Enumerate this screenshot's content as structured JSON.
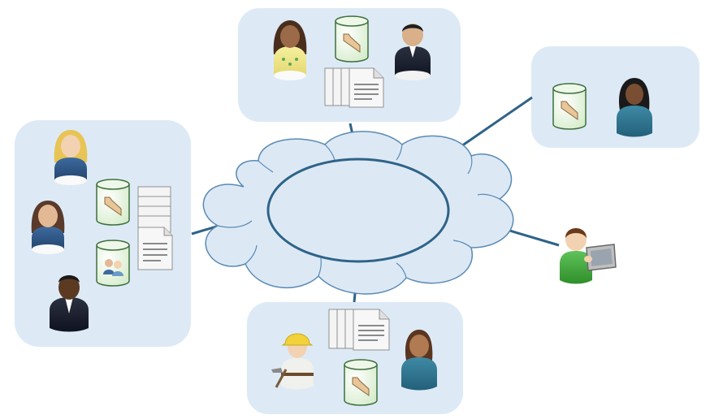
{
  "colors": {
    "group_fill": "#ddeaf6",
    "cloud_fill": "#dce9f5",
    "cloud_stroke": "#5a8ab4",
    "link_stroke": "#2f6388",
    "db_fill": "#dff2d6",
    "db_stroke": "#3d6f3d",
    "doc_fill": "#f4f4f4",
    "doc_stroke": "#909090"
  },
  "icons": {
    "person": "person-icon",
    "database_folder": "database-folder-icon",
    "database_users": "database-users-icon",
    "documents": "document-stack-icon",
    "tablet": "tablet-icon",
    "network": "network-cloud-icon"
  },
  "groups": [
    {
      "id": "top",
      "items": [
        "woman",
        "database",
        "man",
        "documents"
      ]
    },
    {
      "id": "right",
      "items": [
        "database",
        "woman"
      ]
    },
    {
      "id": "left",
      "items": [
        "woman",
        "woman",
        "man",
        "database",
        "database-users",
        "documents"
      ]
    },
    {
      "id": "bottom",
      "items": [
        "worker",
        "documents",
        "database",
        "woman"
      ]
    },
    {
      "id": "remote",
      "items": [
        "man",
        "tablet"
      ]
    }
  ]
}
